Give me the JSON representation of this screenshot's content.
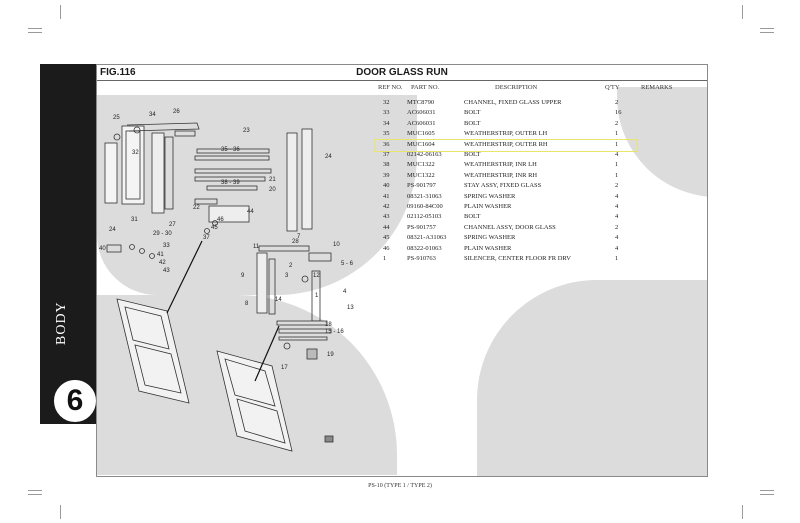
{
  "header": {
    "fig": "FIG.116",
    "title": "DOOR GLASS RUN"
  },
  "sidebar": {
    "section_number": "6",
    "section_label": "BODY"
  },
  "table": {
    "columns": [
      "REF NO.",
      "PART NO.",
      "DESCRIPTION",
      "Q'TY",
      "REMARKS"
    ],
    "rows": [
      {
        "ref": "32",
        "part": "MTC8790",
        "desc": "CHANNEL, FIXED GLASS UPPER",
        "qty": "2"
      },
      {
        "ref": "33",
        "part": "AC606031",
        "desc": "BOLT",
        "qty": "16"
      },
      {
        "ref": "34",
        "part": "AC606031",
        "desc": "BOLT",
        "qty": "2"
      },
      {
        "ref": "35",
        "part": "MUC1605",
        "desc": "WEATHERSTRIP, OUTER LH",
        "qty": "1"
      },
      {
        "ref": "36",
        "part": "MUC1604",
        "desc": "WEATHERSTRIP, OUTER RH",
        "qty": "1"
      },
      {
        "ref": "37",
        "part": "02142-06163",
        "desc": "BOLT",
        "qty": "4"
      },
      {
        "ref": "38",
        "part": "MUC1322",
        "desc": "WEATHERSTRIP, INR LH",
        "qty": "1"
      },
      {
        "ref": "39",
        "part": "MUC1322",
        "desc": "WEATHERSTRIP, INR RH",
        "qty": "1"
      },
      {
        "ref": "40",
        "part": "PS-901797",
        "desc": "STAY ASSY, FIXED GLASS",
        "qty": "2"
      },
      {
        "ref": "41",
        "part": "08321-31063",
        "desc": "SPRING WASHER",
        "qty": "4"
      },
      {
        "ref": "42",
        "part": "09160-84C00",
        "desc": "PLAIN WASHER",
        "qty": "4"
      },
      {
        "ref": "43",
        "part": "02112-05103",
        "desc": "BOLT",
        "qty": "4"
      },
      {
        "ref": "44",
        "part": "PS-901757",
        "desc": "CHANNEL ASSY, DOOR GLASS",
        "qty": "2"
      },
      {
        "ref": "45",
        "part": "08321-A31063",
        "desc": "SPRING WASHER",
        "qty": "4"
      },
      {
        "ref": "46",
        "part": "08322-01063",
        "desc": "PLAIN WASHER",
        "qty": "4"
      },
      {
        "ref": "1",
        "part": "PS-910763",
        "desc": "SILENCER, CENTER FLOOR FR DRV",
        "qty": "1"
      }
    ]
  },
  "diagram_labels": {
    "top": [
      "25",
      "34",
      "26",
      "23",
      "35 - 36",
      "24",
      "32",
      "21",
      "38 - 39",
      "20",
      "28",
      "22",
      "27",
      "31",
      "29 - 30",
      "24",
      "37",
      "45",
      "46",
      "44",
      "40",
      "33",
      "41",
      "42",
      "43"
    ],
    "bottom": [
      "11",
      "7",
      "10",
      "9",
      "2",
      "3",
      "12",
      "5 - 6",
      "1",
      "4",
      "13",
      "8",
      "14",
      "18",
      "15 - 16",
      "17",
      "19"
    ]
  },
  "footer": "PS-10 (TYPE 1 / TYPE 2)"
}
